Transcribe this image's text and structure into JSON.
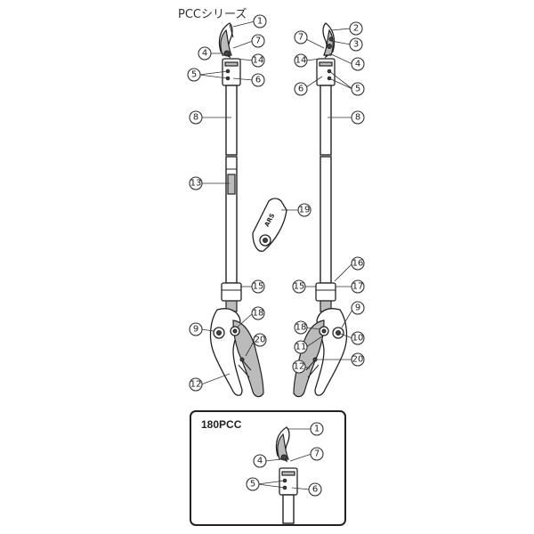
{
  "title": "PCCシリーズ",
  "inset_title": "180PCC",
  "logo_text": "ARS",
  "left_tool": {
    "labels": [
      "1",
      "4",
      "7",
      "14",
      "5",
      "6",
      "8",
      "13",
      "15",
      "9",
      "18",
      "20",
      "12"
    ]
  },
  "right_tool": {
    "labels": [
      "2",
      "7",
      "3",
      "14",
      "4",
      "6",
      "5",
      "8",
      "16",
      "15",
      "17",
      "18",
      "9",
      "11",
      "10",
      "12",
      "20"
    ]
  },
  "blade_part": {
    "label": "19"
  },
  "inset": {
    "labels": [
      "1",
      "4",
      "7",
      "5",
      "6"
    ]
  }
}
